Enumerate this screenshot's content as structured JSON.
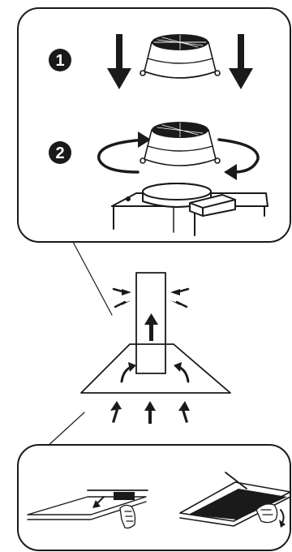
{
  "steps": [
    {
      "number": "1",
      "action": "push-down"
    },
    {
      "number": "2",
      "action": "rotate"
    }
  ],
  "colors": {
    "ink": "#1a1a1a",
    "paper": "#ffffff",
    "fill_grey": "#e8e8e8"
  },
  "icons": {
    "down_arrow": "down-arrow-icon",
    "rotate_arrow": "curved-arrow-icon",
    "filter": "grease-filter-icon",
    "hand": "hand-icon"
  }
}
